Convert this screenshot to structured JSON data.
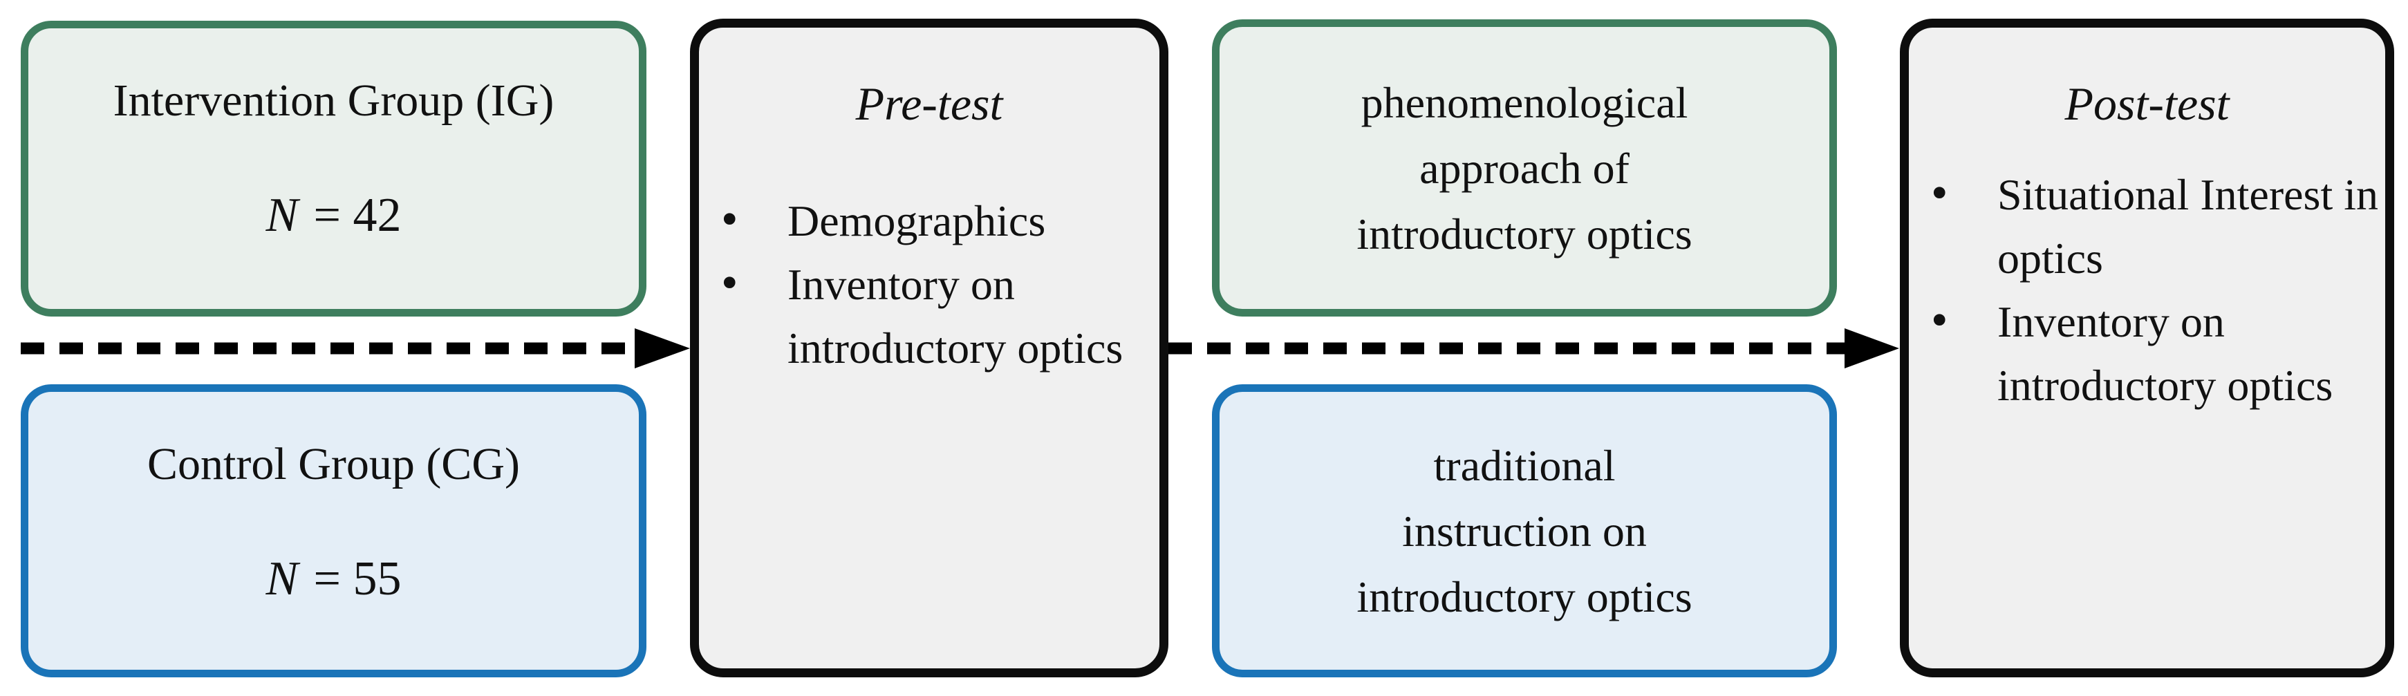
{
  "icons": {
    "bullet": "•"
  },
  "colors": {
    "green_border": "#3e7e5e",
    "green_fill": "#eaf0ec",
    "blue_border": "#1a74b8",
    "blue_fill": "#e4eef7",
    "dark_border": "#0d0d0d",
    "dark_fill": "#f0f0f0",
    "arrow": "#000000"
  },
  "groups": {
    "intervention": {
      "title": "Intervention Group (IG)",
      "n_var": "N",
      "n_rest": "= 42"
    },
    "control": {
      "title": "Control Group (CG)",
      "n_var": "N",
      "n_rest": "= 55"
    }
  },
  "pretest": {
    "title": "Pre-test",
    "items": [
      "Demographics",
      "Inventory on introductory optics"
    ]
  },
  "conditions": {
    "phenomenological": {
      "lines": [
        "phenomenological",
        "approach of",
        "introductory optics"
      ]
    },
    "traditional": {
      "lines": [
        "traditional",
        "instruction on",
        "introductory optics"
      ]
    }
  },
  "posttest": {
    "title": "Post-test",
    "items": [
      "Situational Interest in optics",
      "Inventory on introductory optics"
    ]
  }
}
